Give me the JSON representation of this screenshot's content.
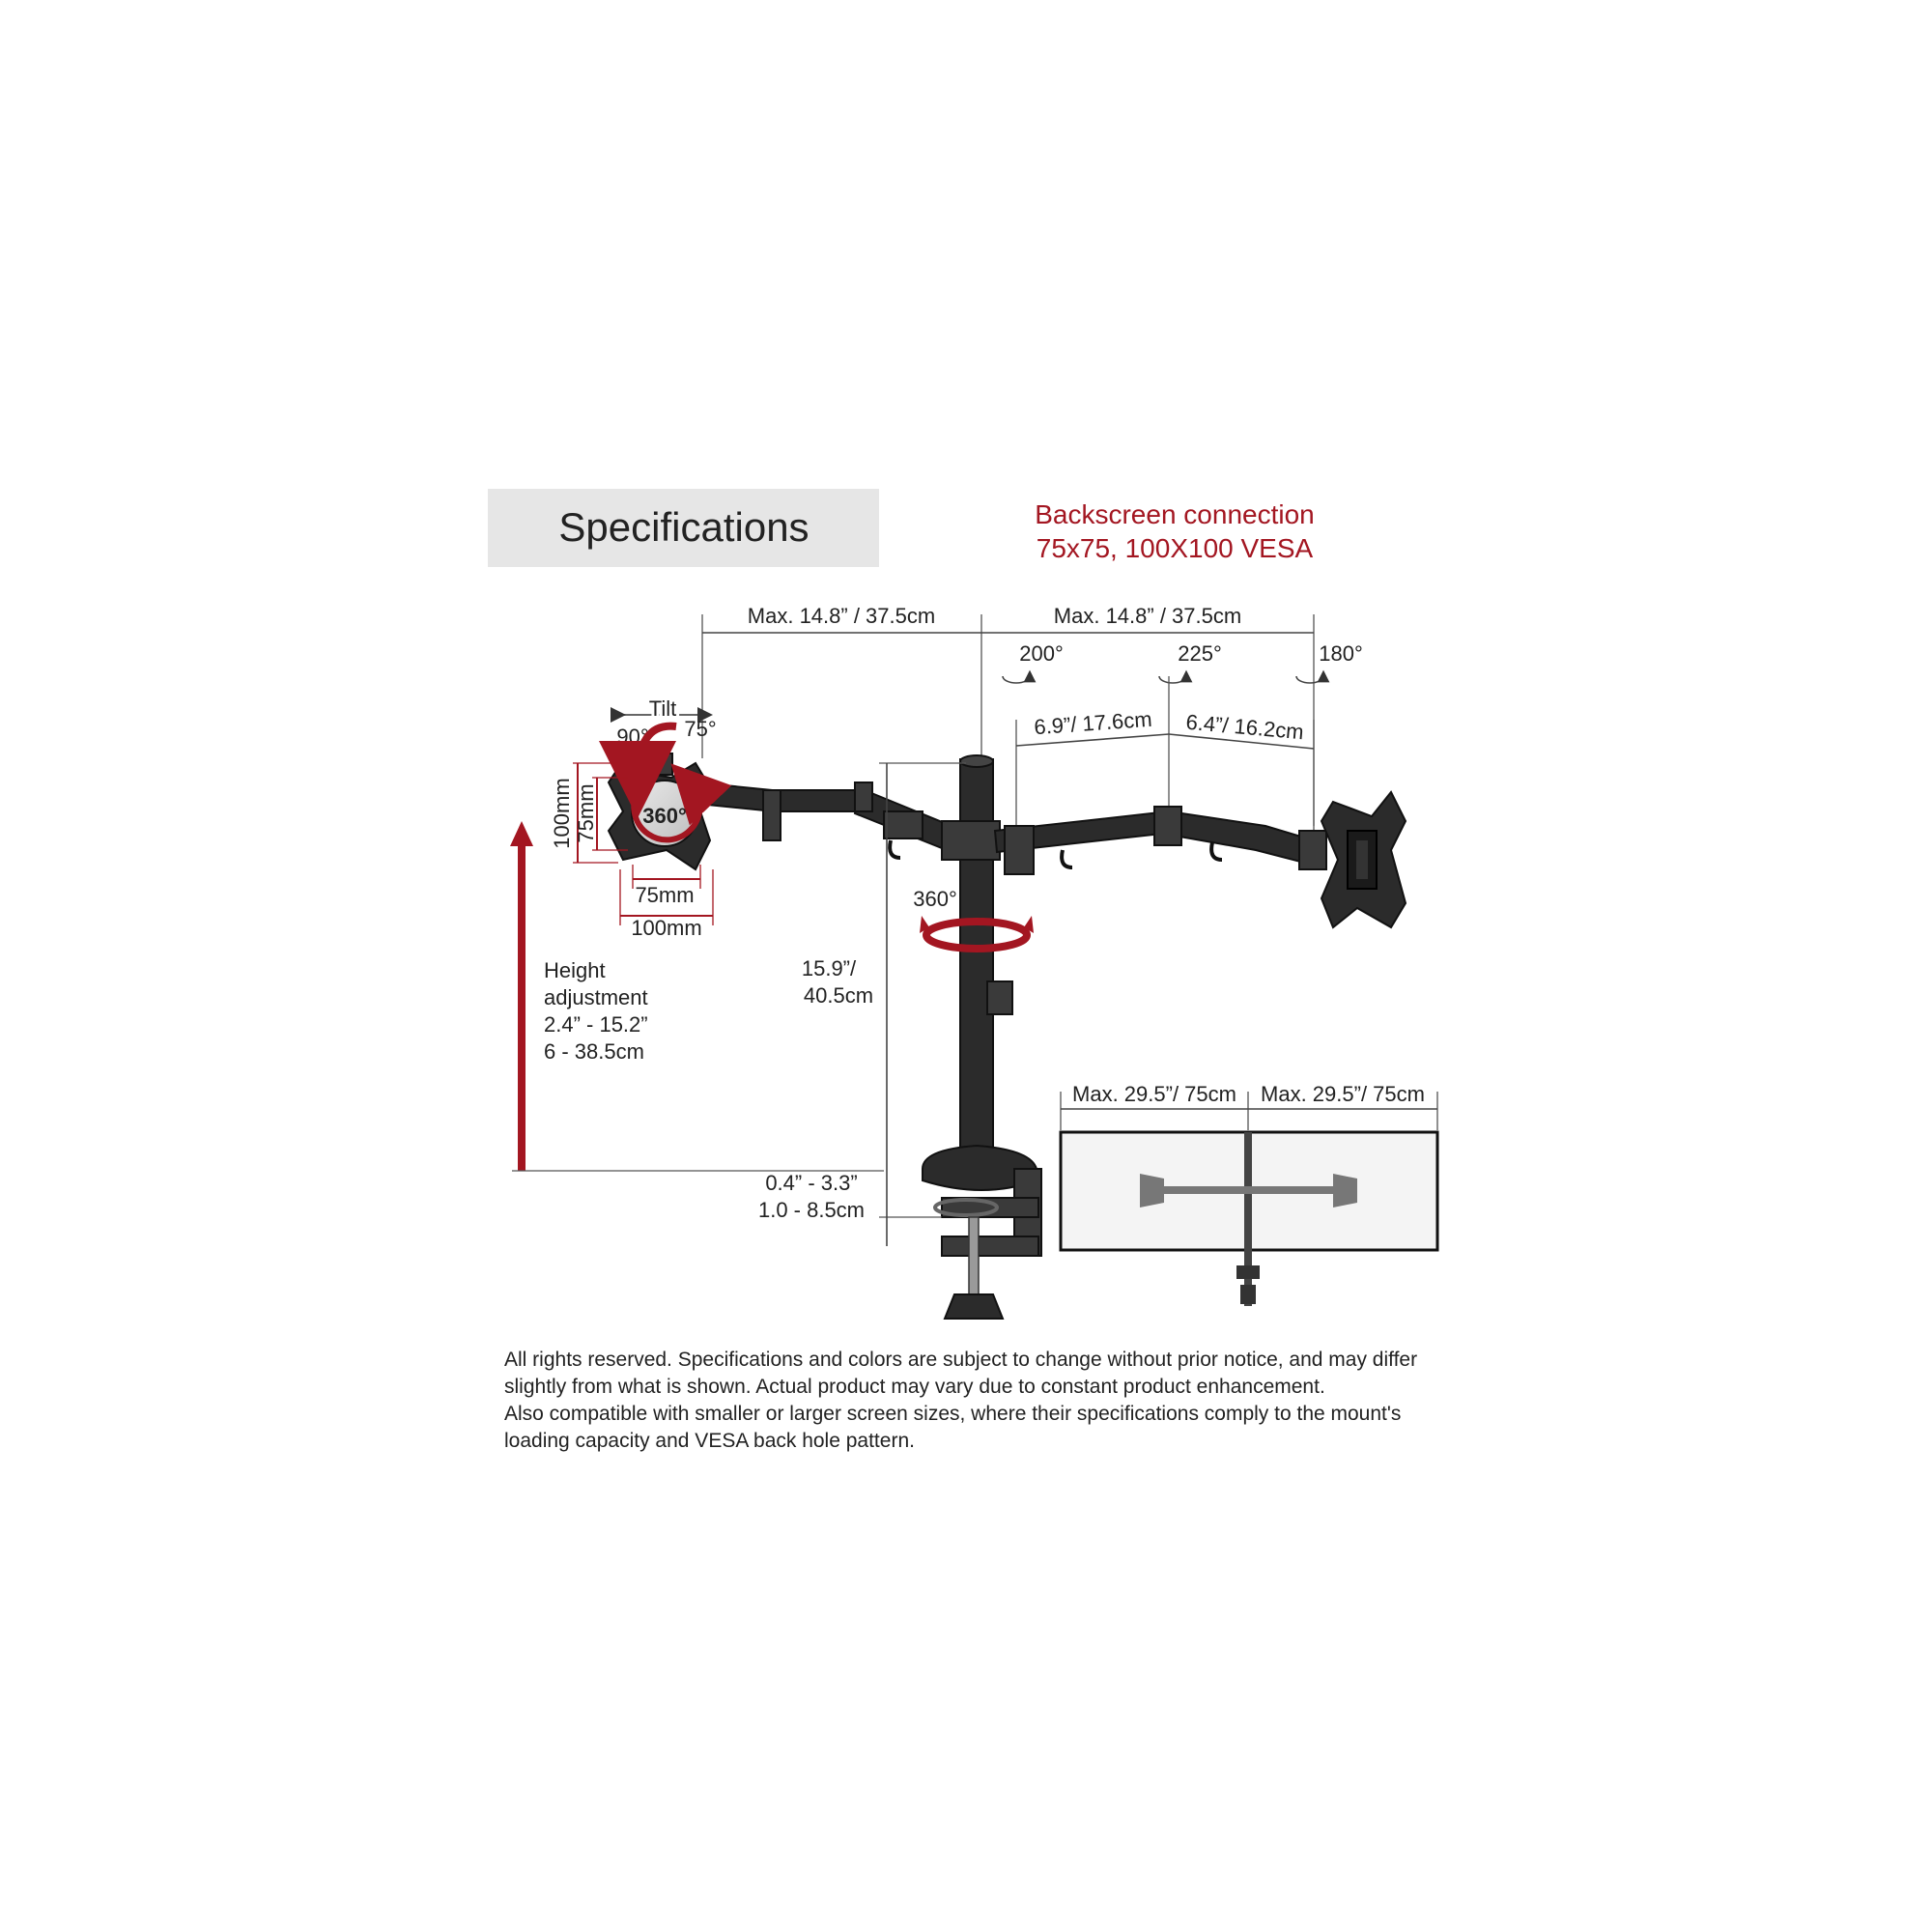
{
  "header": {
    "title": "Specifications",
    "connection_line1": "Backscreen connection",
    "connection_line2": "75x75, 100X100 VESA"
  },
  "dimensions": {
    "arm_left_reach": "Max. 14.8” / 37.5cm",
    "arm_right_reach": "Max. 14.8” / 37.5cm",
    "rotation_1": "200°",
    "rotation_2": "225°",
    "rotation_3": "180°",
    "segment_1": "6.9”/ 17.6cm",
    "segment_2": "6.4”/ 16.2cm",
    "tilt_label": "Tilt",
    "tilt_up": "90°",
    "tilt_down": "75°",
    "panel_rotation": "360°",
    "vesa_height_outer": "100mm",
    "vesa_height_inner": "75mm",
    "vesa_width_inner": "75mm",
    "vesa_width_outer": "100mm",
    "pole_rotation": "360°",
    "pole_height_line1": "15.9”/",
    "pole_height_line2": "40.5cm",
    "height_adj_line1": "Height",
    "height_adj_line2": "adjustment",
    "height_adj_line3": "2.4” - 15.2”",
    "height_adj_line4": "6 - 38.5cm",
    "clamp_line1": "0.4” - 3.3”",
    "clamp_line2": "1.0 - 8.5cm",
    "screen_left": "Max. 29.5”/ 75cm",
    "screen_right": "Max. 29.5”/ 75cm"
  },
  "footer": {
    "line1": "All rights reserved. Specifications and colors are subject to change without prior notice, and may differ",
    "line2": "slightly from what is shown. Actual product may vary due to constant product enhancement.",
    "line3": "Also compatible with smaller or larger screen sizes, where their specifications comply to the mount's",
    "line4": "loading capacity and VESA back hole pattern."
  },
  "colors": {
    "accent_red": "#a31621",
    "title_box": "#e6e6e6",
    "metal": "#2b2b2b"
  }
}
